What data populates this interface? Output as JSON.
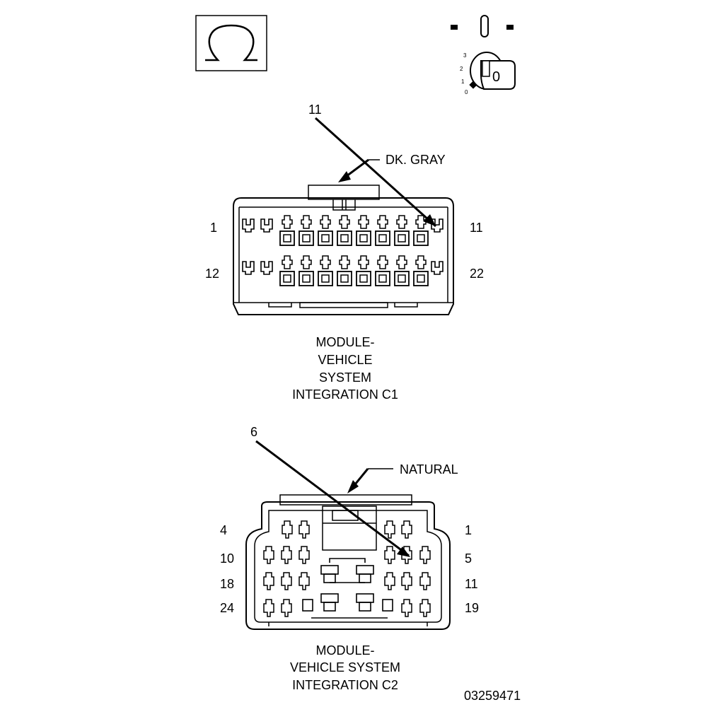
{
  "ohm_symbol": "Ω",
  "ignition_key": {
    "position_marks": [
      "3",
      "2",
      "1",
      "0"
    ],
    "key_label": "0"
  },
  "connector_c1": {
    "color_label": "DK. GRAY",
    "callout_pin": "11",
    "pin_labels": {
      "top_left": "1",
      "top_right": "11",
      "bottom_left": "12",
      "bottom_right": "22"
    },
    "title_lines": [
      "MODULE-",
      "VEHICLE",
      "SYSTEM",
      "INTEGRATION C1"
    ]
  },
  "connector_c2": {
    "color_label": "NATURAL",
    "callout_pin": "6",
    "pin_labels": {
      "row1_left": "4",
      "row1_right": "1",
      "row2_left": "10",
      "row2_right": "5",
      "row3_left": "18",
      "row3_right": "11",
      "row4_left": "24",
      "row4_right": "19"
    },
    "title_lines": [
      "MODULE-",
      "VEHICLE SYSTEM",
      "INTEGRATION C2"
    ]
  },
  "figure_id": "03259471"
}
